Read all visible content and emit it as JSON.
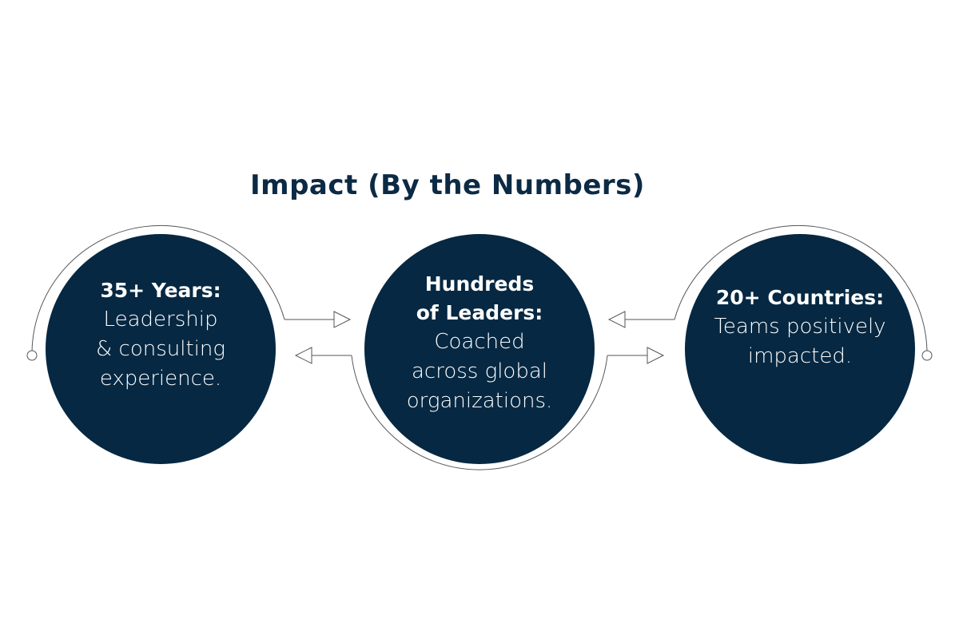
{
  "title": "Impact (By the Numbers)",
  "stats": [
    {
      "head": "35+ Years:",
      "body": [
        "Leadership",
        "& consulting",
        "experience."
      ]
    },
    {
      "head": [
        "Hundreds",
        "of Leaders:"
      ],
      "body": [
        "Coached",
        "across global",
        "organizations."
      ]
    },
    {
      "head": "20+ Countries:",
      "body": [
        "Teams positively",
        "impacted."
      ]
    }
  ],
  "colors": {
    "circle": "#062842",
    "title": "#0c2a44",
    "line": "#555555"
  }
}
